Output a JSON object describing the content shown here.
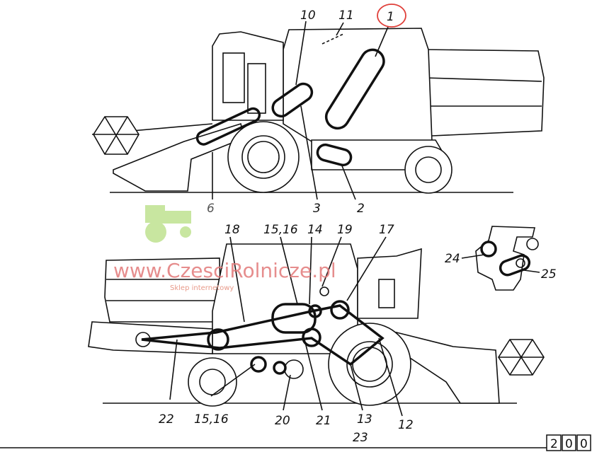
{
  "top_view": {
    "labels": [
      "1",
      "10",
      "11",
      "6",
      "3",
      "2"
    ]
  },
  "bottom_view": {
    "labels": [
      "18",
      "15,16",
      "14",
      "19",
      "17",
      "22",
      "15,16",
      "20",
      "21",
      "13",
      "23",
      "12"
    ]
  },
  "inset": {
    "labels": [
      "24",
      "25"
    ]
  },
  "watermark": {
    "url": "www.CzesciRolnicze.pl",
    "tagline": "Sklep internetowy"
  },
  "page_number": [
    "2",
    "0",
    "0"
  ],
  "colors": {
    "highlight": "#e0403a",
    "watermark": "#e27a7a",
    "logo": "#c8e6a0"
  }
}
